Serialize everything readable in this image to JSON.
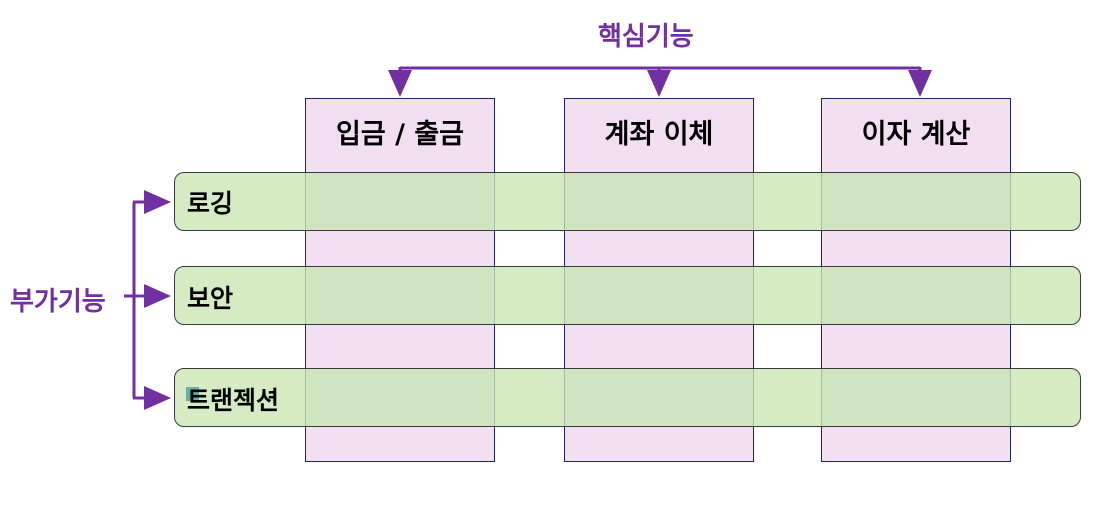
{
  "core": {
    "title": "핵심기능",
    "columns": [
      {
        "label": "입금 / 출금"
      },
      {
        "label": "계좌 이체"
      },
      {
        "label": "이자 계산"
      }
    ]
  },
  "aux": {
    "title": "부가기능",
    "rows": [
      {
        "label": "로깅"
      },
      {
        "label": "보안"
      },
      {
        "label": "트랜젝션"
      }
    ]
  },
  "colors": {
    "arrow": "#7030a0",
    "column_fill": "#f2dff2",
    "row_fill": "#d5e8c8",
    "border": "#22226a"
  }
}
